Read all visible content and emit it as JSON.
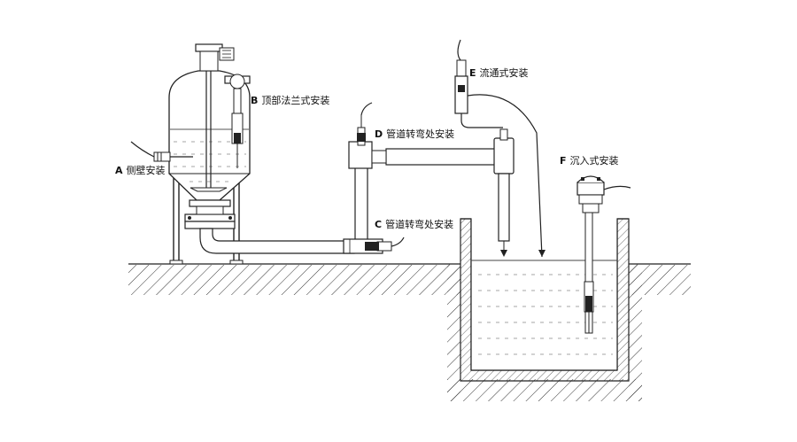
{
  "labels": {
    "a": {
      "key": "A",
      "text": "侧壁安装"
    },
    "b": {
      "key": "B",
      "text": "顶部法兰式安装"
    },
    "c": {
      "key": "C",
      "text": "管道转弯处安装"
    },
    "d": {
      "key": "D",
      "text": "管道转弯处安装"
    },
    "e": {
      "key": "E",
      "text": "流通式安装"
    },
    "f": {
      "key": "F",
      "text": "沉入式安装"
    }
  }
}
